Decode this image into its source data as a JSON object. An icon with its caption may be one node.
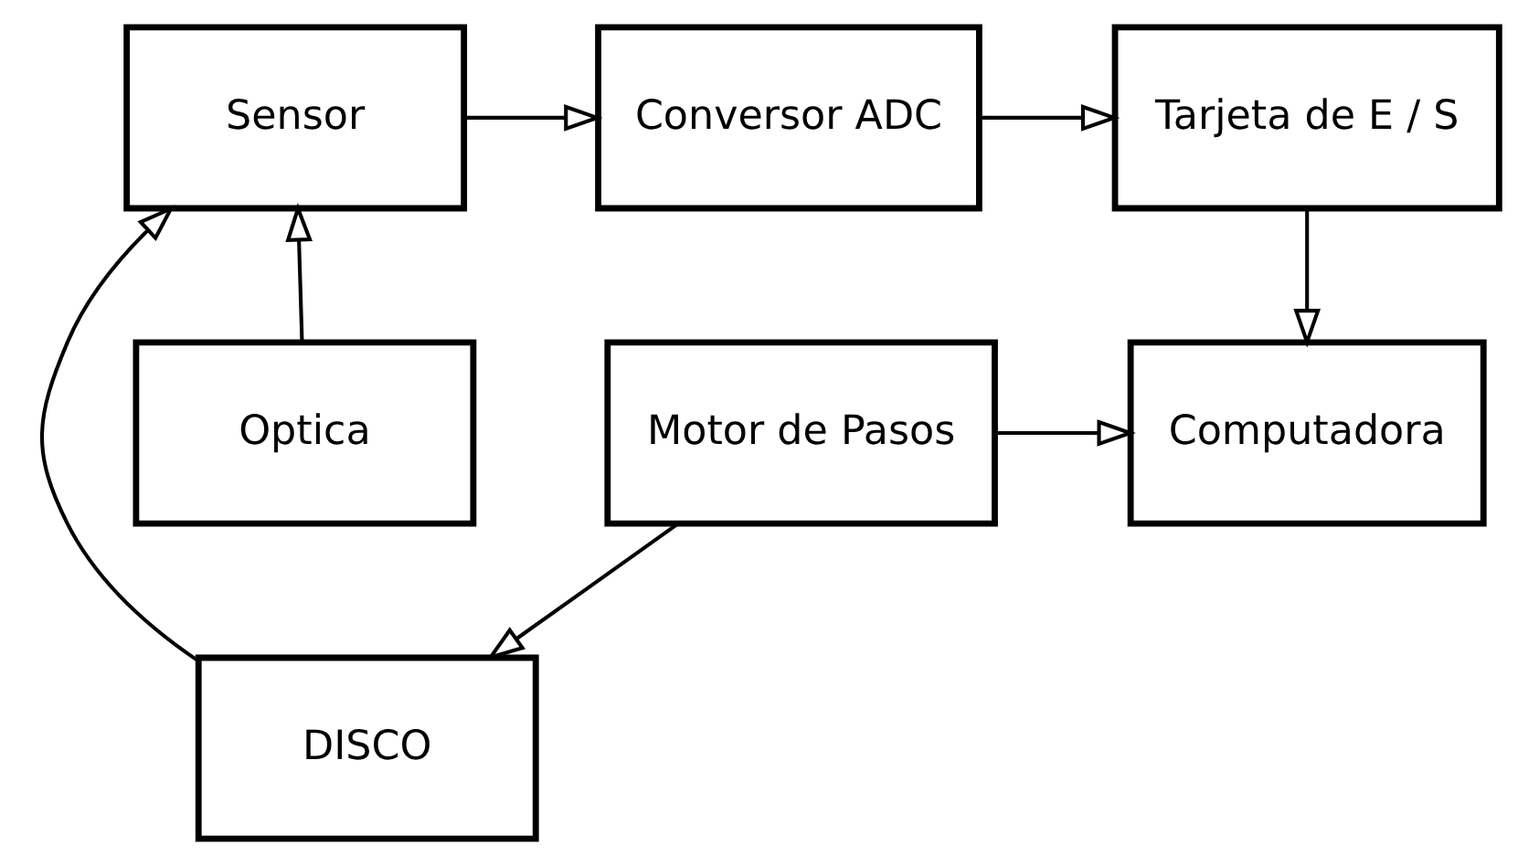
{
  "diagram": {
    "nodes": [
      {
        "text": [
          "Sensor"
        ]
      },
      {
        "text": [
          "Conversor ADC"
        ]
      },
      {
        "text": [
          "Tarjeta de E / S"
        ]
      },
      {
        "text": [
          "DISCO"
        ]
      },
      {
        "text": [
          "Optica"
        ]
      },
      {
        "text": [
          "Motor de Pasos"
        ]
      },
      {
        "text": [
          "Computadora"
        ]
      }
    ],
    "edges": [
      {
        "from": 3,
        "to": 0,
        "arrow": "to"
      },
      {
        "from": 0,
        "to": 1,
        "arrow": "to"
      },
      {
        "from": 1,
        "to": 2,
        "arrow": "to"
      },
      {
        "from": 2,
        "to": 6,
        "arrow": "to"
      },
      {
        "from": 4,
        "to": 0,
        "arrow": "to"
      },
      {
        "from": 5,
        "to": 6,
        "arrow": "to"
      },
      {
        "from": 5,
        "to": 3,
        "arrow": "to"
      }
    ]
  }
}
